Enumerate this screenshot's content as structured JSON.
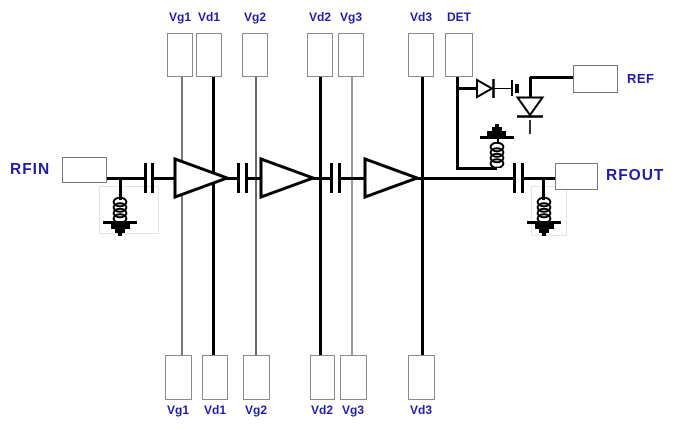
{
  "ports": {
    "rfin": "RFIN",
    "rfout": "RFOUT",
    "ref": "REF"
  },
  "top_pads": [
    {
      "label": "Vg1"
    },
    {
      "label": "Vd1"
    },
    {
      "label": "Vg2"
    },
    {
      "label": "Vd2"
    },
    {
      "label": "Vg3"
    },
    {
      "label": "Vd3"
    },
    {
      "label": "DET"
    }
  ],
  "bottom_pads": [
    {
      "label": "Vg1"
    },
    {
      "label": "Vd1"
    },
    {
      "label": "Vg2"
    },
    {
      "label": "Vd2"
    },
    {
      "label": "Vg3"
    },
    {
      "label": "Vd3"
    }
  ],
  "colors": {
    "label_text": "#221ca8",
    "wire_black": "#000000",
    "wire_gate_gray": "#777777",
    "pad_border": "#8a8a8a",
    "box_border": "#777777"
  },
  "symbols": {
    "amplifier_stage": "right-pointing-triangle",
    "series_capacitor": "double-plate",
    "inductor": "coil",
    "rf_ground": "stacked-solid-bars",
    "signal_ground": "three-line-ground",
    "detector_diode": "triangle-with-cathode-bar"
  }
}
